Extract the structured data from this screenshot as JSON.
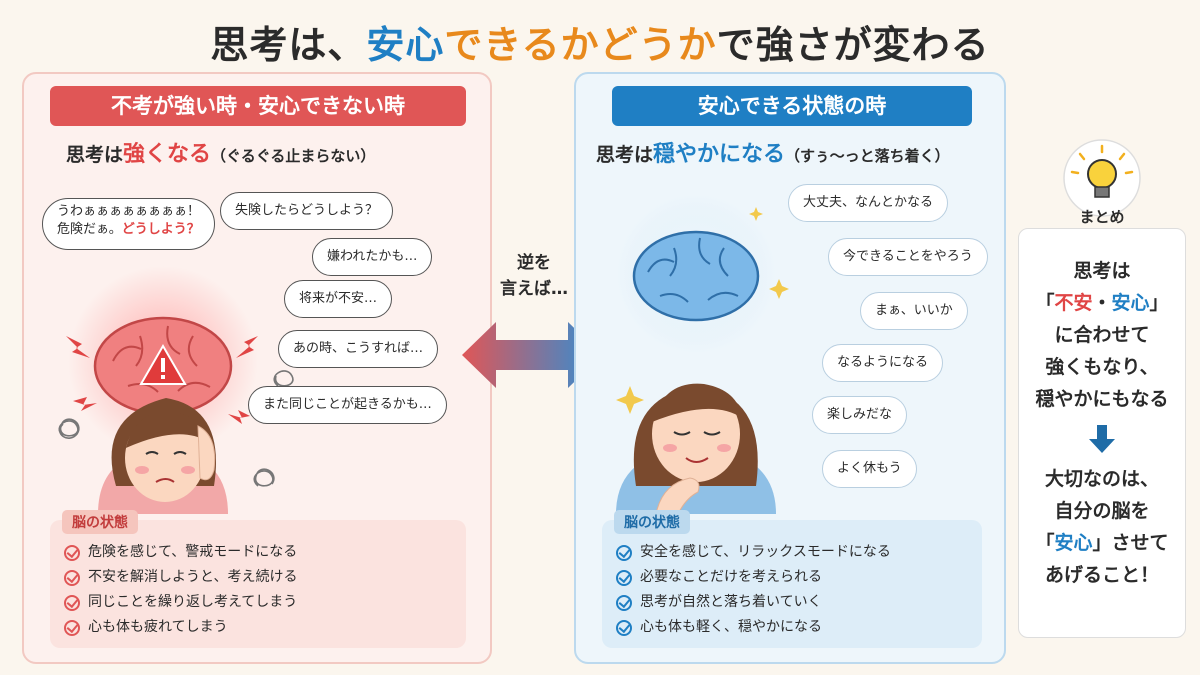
{
  "title": {
    "part1": "思考は、",
    "part2": "安心",
    "part3": "できるかどうか",
    "part4": "で強さが変わる"
  },
  "left": {
    "ribbon": "不考が強い時・安心できない時",
    "subtitle_prefix": "思考は",
    "subtitle_highlight": "強くなる",
    "subtitle_suffix": "（ぐるぐる止まらない）",
    "bubble_1_line1": "うわぁぁぁぁぁぁぁぁ！",
    "bubble_1_line2a": "危険だぁ。",
    "bubble_1_line2b": "どうしよう？",
    "bubbles": [
      "失険したらどうしよう？",
      "嫌われたかも…",
      "将来が不安…",
      "あの時、こうすれば…",
      "また同じことが起きるかも…"
    ],
    "status_label": "脳の状態",
    "status_items": [
      "危険を感じて、警戒モードになる",
      "不安を解消しようと、考え続ける",
      "同じことを繰り返し考えてしまう",
      "心も体も疲れてしまう"
    ]
  },
  "middle": {
    "line1": "逆を",
    "line2": "言えば…"
  },
  "right": {
    "ribbon": "安心できる状態の時",
    "subtitle_prefix": "思考は",
    "subtitle_highlight": "穏やかになる",
    "subtitle_suffix": "（すぅ〜っと落ち着く）",
    "bubbles": [
      "大丈夫、なんとかなる",
      "今できることをやろう",
      "まぁ、いいか",
      "なるようになる",
      "楽しみだな",
      "よく休もう"
    ],
    "status_label": "脳の状態",
    "status_items": [
      "安全を感じて、リラックスモードになる",
      "必要なことだけを考えられる",
      "思考が自然と落ち着いていく",
      "心も体も軽く、穏やかになる"
    ]
  },
  "summary": {
    "label": "まとめ",
    "line1": "思考は",
    "line2_open": "「",
    "line2_red": "不安",
    "line2_dot": "・",
    "line2_blue": "安心",
    "line2_close": "」",
    "line3": "に合わせて",
    "line4": "強くもなり、",
    "line5": "穏やかにもなる",
    "line6": "大切なのは、",
    "line7": "自分の脳を",
    "line8_open": "「",
    "line8_blue": "安心",
    "line8_close": "」させて",
    "line9": "あげること！"
  },
  "colors": {
    "red": "#e05656",
    "blue": "#1f7fc4",
    "orange": "#e8891c"
  }
}
